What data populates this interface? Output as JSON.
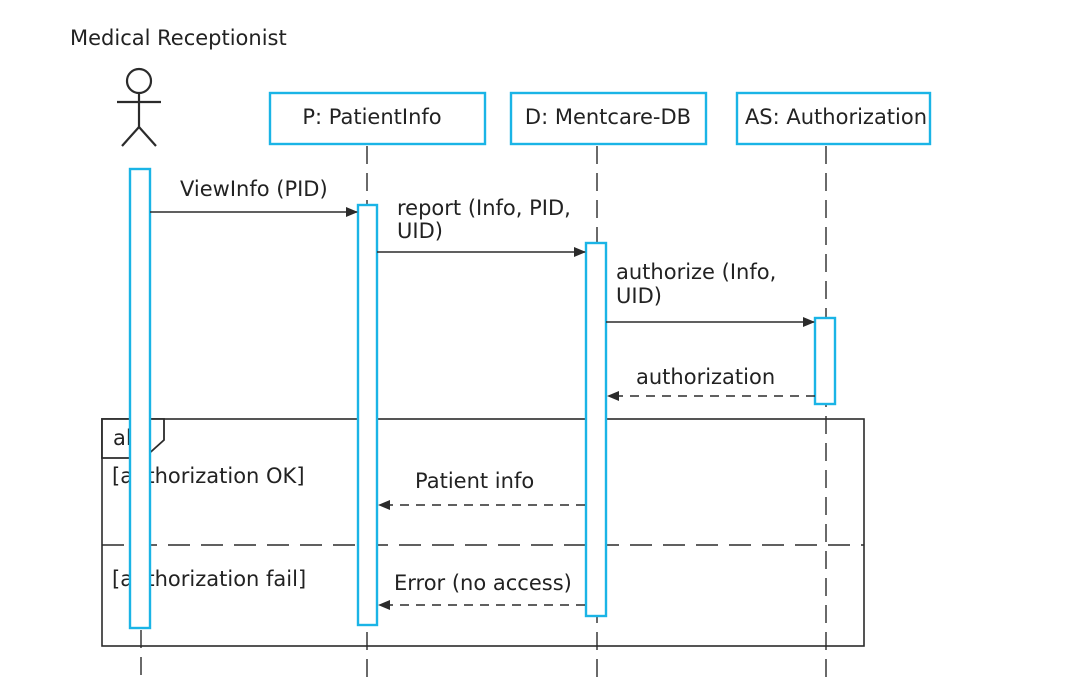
{
  "diagram": {
    "actor": {
      "name": "Medical Receptionist"
    },
    "objects": [
      {
        "id": "patientinfo",
        "label": "P: PatientInfo"
      },
      {
        "id": "mentcare-db",
        "label": "D: Mentcare-DB"
      },
      {
        "id": "authorization",
        "label": "AS: Authorization"
      }
    ],
    "messages": [
      {
        "id": "viewinfo",
        "lines": [
          "ViewInfo (PID)"
        ]
      },
      {
        "id": "report",
        "lines": [
          "report (Info, PID,",
          "UID)"
        ]
      },
      {
        "id": "authorize",
        "lines": [
          "authorize (Info,",
          "UID)"
        ]
      },
      {
        "id": "authorization-return",
        "lines": [
          "authorization"
        ]
      },
      {
        "id": "patient-info-return",
        "lines": [
          "Patient info"
        ]
      },
      {
        "id": "error-return",
        "lines": [
          "Error (no access)"
        ]
      }
    ],
    "alt": {
      "keyword": "alt",
      "guards": [
        "[authorization OK]",
        "[authorization fail]"
      ]
    },
    "colors": {
      "accent": "#1ab4e6",
      "line": "#2b2b2b",
      "text": "#222222"
    }
  }
}
